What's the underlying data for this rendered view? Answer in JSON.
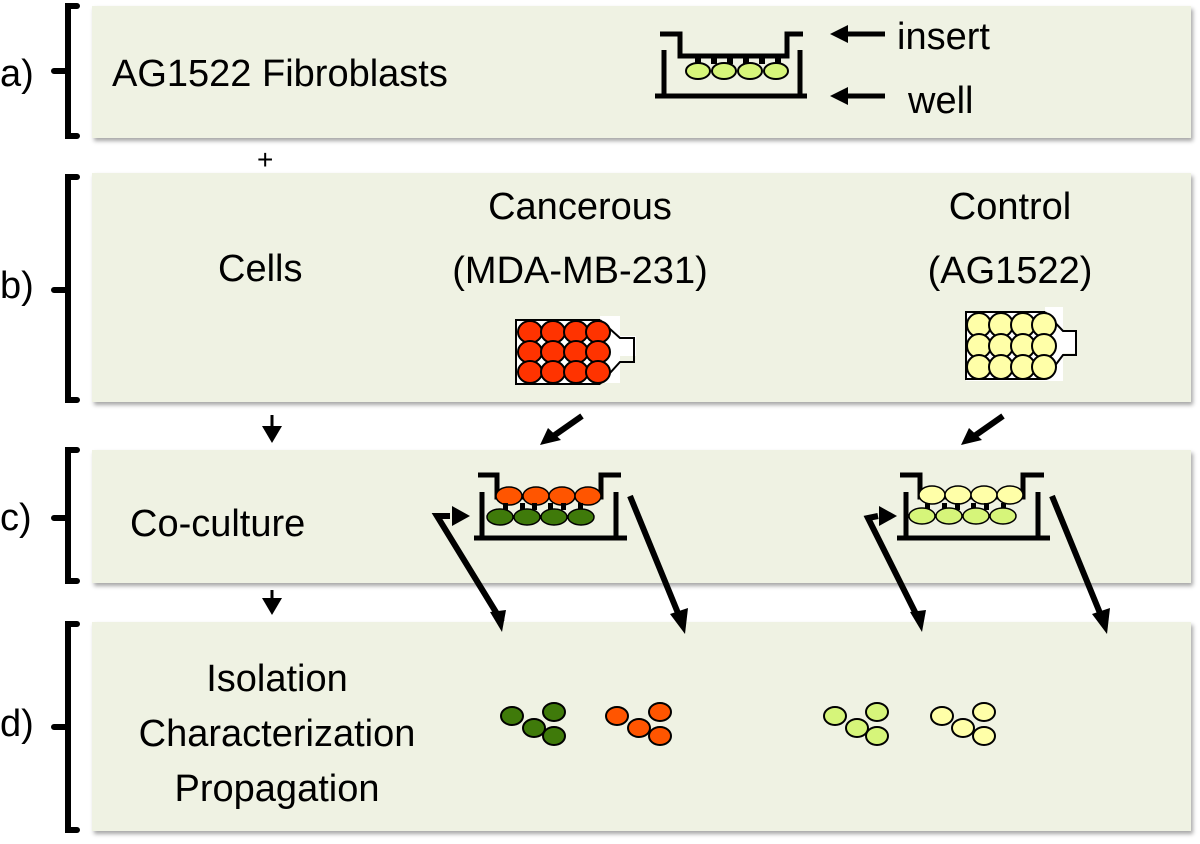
{
  "steps": [
    {
      "id": "a",
      "label": "a)",
      "title": "AG1522 Fibroblasts"
    },
    {
      "id": "b",
      "label": "b)",
      "title": "Cells"
    },
    {
      "id": "c",
      "label": "c)",
      "title": "Co-culture"
    },
    {
      "id": "d",
      "label": "d)",
      "title_lines": [
        "Isolation",
        "Characterization",
        "Propagation"
      ]
    }
  ],
  "legend": {
    "insert": "insert",
    "well": "well"
  },
  "connectors": {
    "plus": "+"
  },
  "groups": {
    "cancerous": {
      "line1": "Cancerous",
      "line2": "(MDA-MB-231)",
      "color": "#ff3300"
    },
    "control": {
      "line1": "Control",
      "line2": "(AG1522)",
      "color": "#ffffa8"
    }
  },
  "colors": {
    "panel_bg": "#eff2e3",
    "fibroblast": "#d6f57a",
    "cancer_coculture": "#ff5500",
    "fibroblast_dark": "#3f7a0a",
    "control_cell": "#ffffa8"
  }
}
